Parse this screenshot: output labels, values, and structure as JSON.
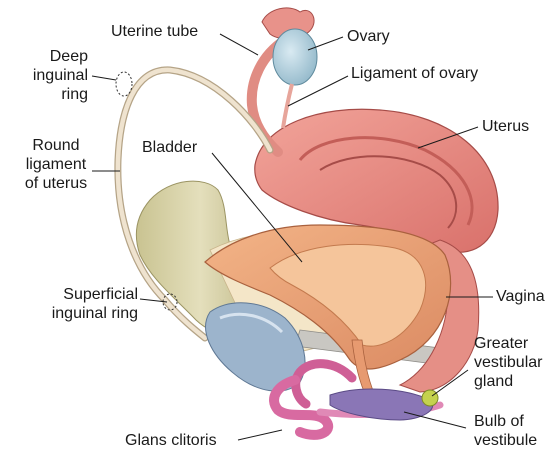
{
  "labels": {
    "uterine_tube": "Uterine tube",
    "ovary": "Ovary",
    "deep_inguinal_ring": [
      "Deep",
      "inguinal",
      "ring"
    ],
    "ligament_of_ovary": "Ligament of ovary",
    "uterus": "Uterus",
    "bladder": "Bladder",
    "round_ligament": [
      "Round",
      "ligament",
      "of uterus"
    ],
    "superficial_inguinal_ring": [
      "Superficial",
      "inguinal ring"
    ],
    "vagina": "Vagina",
    "greater_vestibular_gland": [
      "Greater",
      "vestibular",
      "gland"
    ],
    "bulb_of_vestibule": [
      "Bulb of",
      "vestibule"
    ],
    "glans_clitoris": "Glans clitoris"
  },
  "colors": {
    "uterus": "#e3857e",
    "uterus_inner": "#c9605d",
    "bladder": "#e79a70",
    "bladder_inner": "#f0b58a",
    "pubic_bone": "#d8d2a8",
    "ovary": "#a9c9d8",
    "round_ligament": "#eedfc9",
    "clitoris": "#cf5f96",
    "bulb": "#8a76b6",
    "gland": "#c4d24e",
    "leader": "#1a1a1a"
  }
}
